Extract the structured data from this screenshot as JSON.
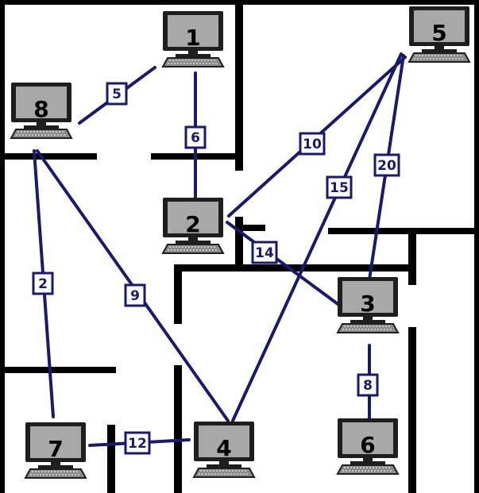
{
  "colors": {
    "edge": "#191970",
    "wall": "#000000",
    "background": "#ffffff",
    "screen": "#a8a8a8"
  },
  "nodes": [
    {
      "id": "1",
      "label": "1",
      "icon": "computer-icon"
    },
    {
      "id": "2",
      "label": "2",
      "icon": "computer-icon"
    },
    {
      "id": "3",
      "label": "3",
      "icon": "computer-icon"
    },
    {
      "id": "4",
      "label": "4",
      "icon": "computer-icon"
    },
    {
      "id": "5",
      "label": "5",
      "icon": "computer-icon"
    },
    {
      "id": "6",
      "label": "6",
      "icon": "computer-icon"
    },
    {
      "id": "7",
      "label": "7",
      "icon": "computer-icon"
    },
    {
      "id": "8",
      "label": "8",
      "icon": "computer-icon"
    }
  ],
  "edges": [
    {
      "from": "8",
      "to": "1",
      "weight": "5"
    },
    {
      "from": "1",
      "to": "2",
      "weight": "6"
    },
    {
      "from": "5",
      "to": "2",
      "weight": "10"
    },
    {
      "from": "5",
      "to": "4",
      "weight": "15"
    },
    {
      "from": "5",
      "to": "3",
      "weight": "20"
    },
    {
      "from": "2",
      "to": "3",
      "weight": "14"
    },
    {
      "from": "8",
      "to": "7",
      "weight": "2"
    },
    {
      "from": "8",
      "to": "4",
      "weight": "9"
    },
    {
      "from": "3",
      "to": "6",
      "weight": "8"
    },
    {
      "from": "7",
      "to": "4",
      "weight": "12"
    }
  ]
}
